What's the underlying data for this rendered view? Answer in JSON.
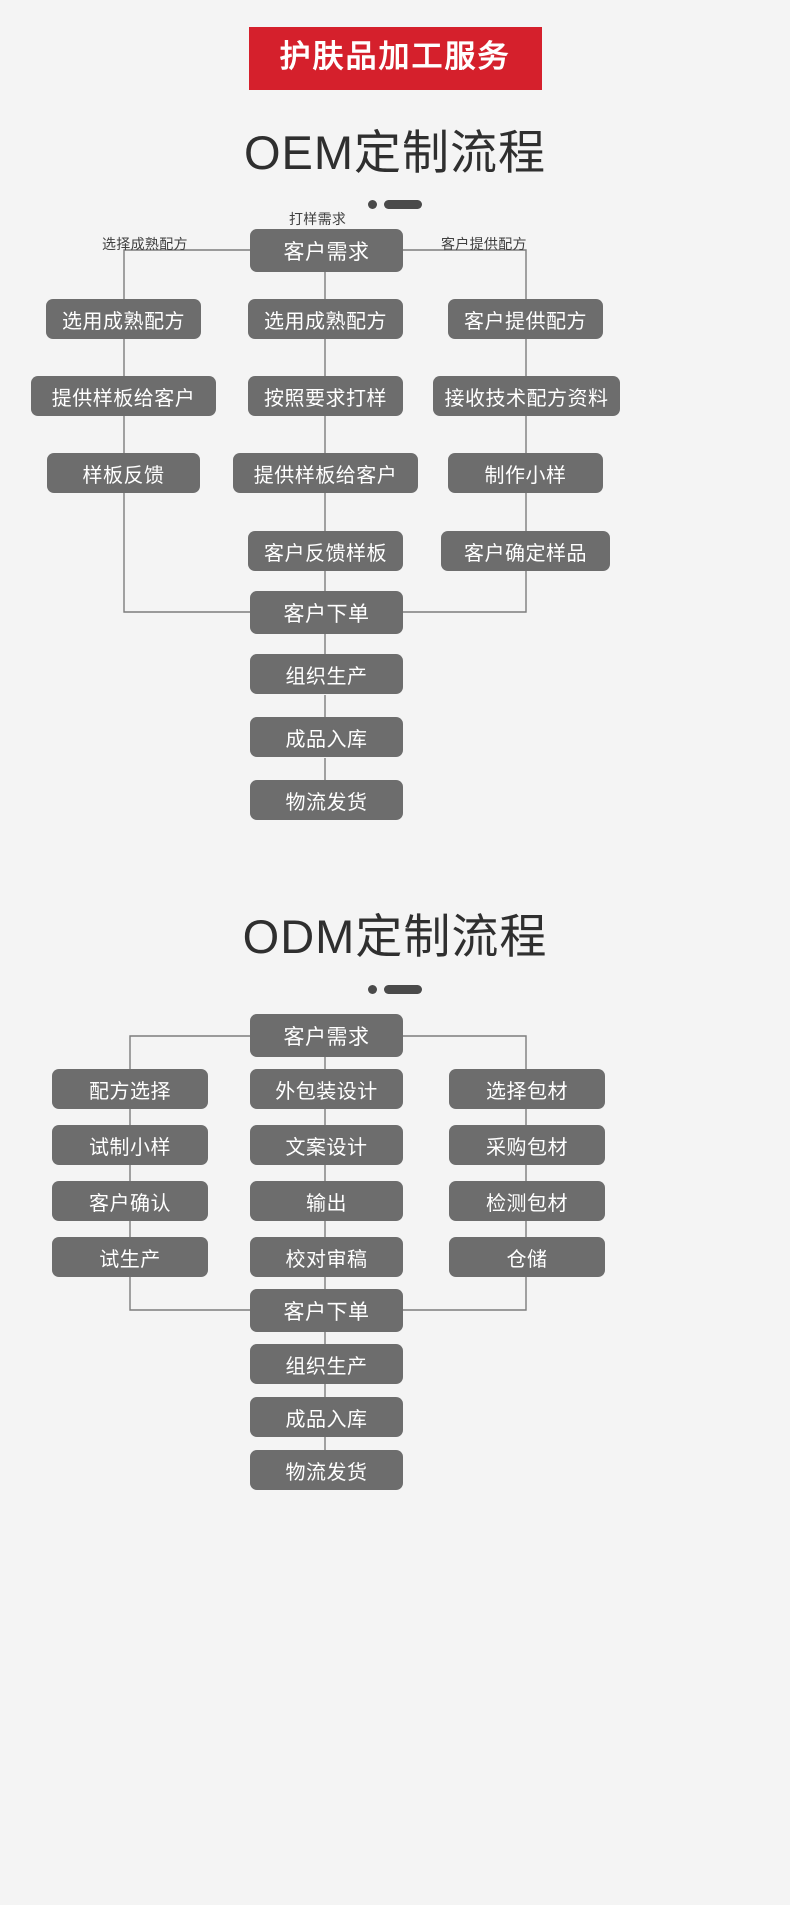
{
  "banner": {
    "text": "护肤品加工服务",
    "bg_color": "#d5202c",
    "text_color": "#ffffff"
  },
  "theme": {
    "page_bg": "#f4f4f4",
    "node_bg": "#6d6d6d",
    "node_text": "#ffffff",
    "line_color": "#7d7d7d",
    "title_color": "#2f2f2f",
    "divider_color": "#4a4a4a"
  },
  "sections": [
    {
      "id": "oem",
      "title": "OEM定制流程",
      "start_node": "客户需求",
      "edge_labels": {
        "top": "打样需求",
        "left": "选择成熟配方",
        "right": "客户提供配方"
      },
      "columns": [
        {
          "id": "left",
          "nodes": [
            "选用成熟配方",
            "提供样板给客户",
            "样板反馈"
          ]
        },
        {
          "id": "center",
          "nodes": [
            "选用成熟配方",
            "按照要求打样",
            "提供样板给客户",
            "客户反馈样板"
          ]
        },
        {
          "id": "right",
          "nodes": [
            "客户提供配方",
            "接收技术配方资料",
            "制作小样",
            "客户确定样品"
          ]
        }
      ],
      "merge_node": "客户下单",
      "tail_nodes": [
        "组织生产",
        "成品入库",
        "物流发货"
      ]
    },
    {
      "id": "odm",
      "title": "ODM定制流程",
      "start_node": "客户需求",
      "edge_labels": {
        "top": "",
        "left": "",
        "right": ""
      },
      "columns": [
        {
          "id": "left",
          "nodes": [
            "配方选择",
            "试制小样",
            "客户确认",
            "试生产"
          ]
        },
        {
          "id": "center",
          "nodes": [
            "外包装设计",
            "文案设计",
            "输出",
            "校对审稿"
          ]
        },
        {
          "id": "right",
          "nodes": [
            "选择包材",
            "采购包材",
            "检测包材",
            "仓储"
          ]
        }
      ],
      "merge_node": "客户下单",
      "tail_nodes": [
        "组织生产",
        "成品入库",
        "物流发货"
      ]
    }
  ]
}
